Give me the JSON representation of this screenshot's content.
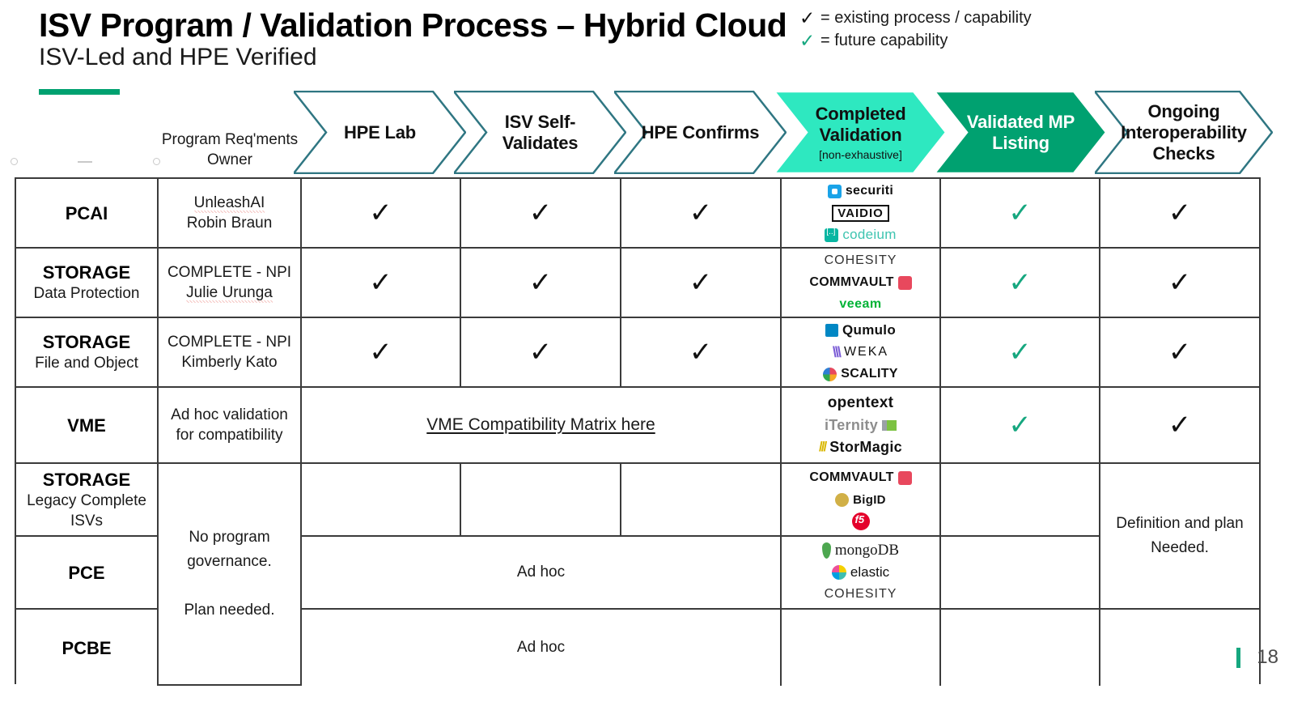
{
  "header": {
    "title": "ISV Program / Validation Process – Hybrid Cloud",
    "subtitle": "ISV-Led and HPE Verified",
    "accent_color": "#00A170"
  },
  "legend": {
    "items": [
      {
        "mark": "✓",
        "color": "#111111",
        "text": "= existing process / capability"
      },
      {
        "mark": "✓",
        "color": "#16A77F",
        "text": "= future capability"
      }
    ]
  },
  "columns": {
    "owner_header": "Program Req'ments\nOwner",
    "owner_header_line1": "Program Req'ments",
    "owner_header_line2": "Owner",
    "chevrons": [
      {
        "label": "HPE Lab",
        "sub": "",
        "fill": "#FFFFFF",
        "stroke": "#2F7682",
        "text_color": "#111111"
      },
      {
        "label": "ISV Self-\nValidates",
        "label_l1": "ISV Self-",
        "label_l2": "Validates",
        "sub": "",
        "fill": "#FFFFFF",
        "stroke": "#2F7682",
        "text_color": "#111111"
      },
      {
        "label": "HPE Confirms",
        "sub": "",
        "fill": "#FFFFFF",
        "stroke": "#2F7682",
        "text_color": "#111111"
      },
      {
        "label": "Completed\nValidation",
        "label_l1": "Completed",
        "label_l2": "Validation",
        "sub": "[non-exhaustive]",
        "fill": "#2EE8C0",
        "stroke": "#FFFFFF",
        "text_color": "#111111"
      },
      {
        "label": "Validated MP\nListing",
        "label_l1": "Validated MP",
        "label_l2": "Listing",
        "sub": "",
        "fill": "#00A170",
        "stroke": "#FFFFFF",
        "text_color": "#FFFFFF"
      },
      {
        "label": "Ongoing\nInteroperability\nChecks",
        "label_l1": "Ongoing",
        "label_l2": "Interoperability",
        "label_l3": "Checks",
        "sub": "",
        "fill": "#FFFFFF",
        "stroke": "#2F7682",
        "text_color": "#111111"
      }
    ]
  },
  "rows": [
    {
      "segment_title": "PCAI",
      "segment_sub": "",
      "owner_line1": "UnleashAI",
      "owner_line1_spell": true,
      "owner_line2": "Robin Braun",
      "hpe_lab": "✓",
      "isv_self": "✓",
      "hpe_confirms": "✓",
      "validated_mp": "✓",
      "ongoing": "✓",
      "logos": [
        "securiti",
        "VAIDIO",
        "codeium"
      ]
    },
    {
      "segment_title": "STORAGE",
      "segment_sub": "Data Protection",
      "owner_line1": "COMPLETE - NPI",
      "owner_line2": "Julie Urunga",
      "owner_line2_spell": true,
      "hpe_lab": "✓",
      "isv_self": "✓",
      "hpe_confirms": "✓",
      "validated_mp": "✓",
      "ongoing": "✓",
      "logos": [
        "COHESITY",
        "COMMVAULT",
        "veeam"
      ]
    },
    {
      "segment_title": "STORAGE",
      "segment_sub": "File and Object",
      "owner_line1": "COMPLETE - NPI",
      "owner_line2": "Kimberly Kato",
      "hpe_lab": "✓",
      "isv_self": "✓",
      "hpe_confirms": "✓",
      "validated_mp": "✓",
      "ongoing": "✓",
      "logos": [
        "Qumulo",
        "WEKA",
        "SCALITY"
      ]
    },
    {
      "segment_title": "VME",
      "segment_sub": "",
      "owner_line1": "Ad hoc validation",
      "owner_line2": "for compatibility",
      "merged_link": "VME Compatibility Matrix here",
      "validated_mp": "✓",
      "ongoing": "✓",
      "logos": [
        "opentext",
        "iTernity",
        "StorMagic"
      ]
    },
    {
      "segment_title": "STORAGE",
      "segment_sub": "Legacy Complete\nISVs",
      "segment_sub_l1": "Legacy Complete",
      "segment_sub_l2": "ISVs",
      "hpe_lab": "",
      "isv_self": "",
      "hpe_confirms": "",
      "validated_mp": "",
      "ongoing": "",
      "logos": [
        "COMMVAULT",
        "BigID",
        "F5"
      ]
    },
    {
      "segment_title": "PCE",
      "segment_sub": "",
      "merged_adhoc": "Ad hoc",
      "validated_mp": "",
      "logos": [
        "mongoDB",
        "elastic",
        "COHESITY"
      ]
    },
    {
      "segment_title": "PCBE",
      "segment_sub": "",
      "merged_adhoc": "Ad hoc",
      "validated_mp": "",
      "logos": []
    }
  ],
  "merged": {
    "owner_note_l1": "No program",
    "owner_note_l2": "governance.",
    "owner_note_l3": "Plan needed.",
    "ongoing_note_l1": "Definition and plan",
    "ongoing_note_l2": "Needed."
  },
  "footer": {
    "page_number": "18",
    "bar_color": "#16A77F"
  }
}
